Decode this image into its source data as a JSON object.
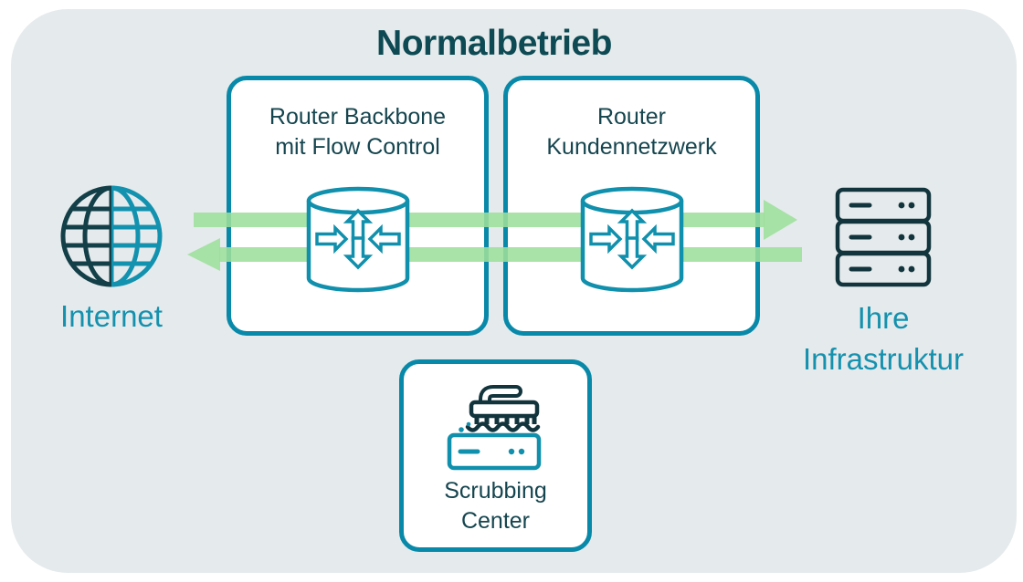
{
  "title": "Normalbetrieb",
  "colors": {
    "page-bg": "#ffffff",
    "panel-bg": "#e5eaec",
    "box-border": "#0889a9",
    "box-bg": "#ffffff",
    "dark-text": "#0d4a53",
    "label-text": "#15454f",
    "teal-text": "#1591ae",
    "icon-teal": "#1090ac",
    "icon-dark": "#12343c",
    "globe-dark": "#133f48",
    "globe-teal": "#1292af",
    "flow-green": "#9ddf9b"
  },
  "nodes": {
    "internet": {
      "label": "Internet",
      "icon": "globe-icon"
    },
    "router_backbone": {
      "line1": "Router Backbone",
      "line2": "mit Flow Control",
      "icon": "router-cylinder-icon"
    },
    "router_customer": {
      "line1": "Router",
      "line2": "Kundennetzwerk",
      "icon": "router-cylinder-icon"
    },
    "scrubbing_center": {
      "line1": "Scrubbing",
      "line2": "Center",
      "icon": "scrubbing-brush-icon"
    },
    "infrastructure": {
      "line1": "Ihre",
      "line2": "Infrastruktur",
      "icon": "server-stack-icon"
    }
  },
  "flows": [
    {
      "name": "internet-to-infrastructure",
      "direction": "right",
      "style": "green-band-arrow"
    },
    {
      "name": "infrastructure-to-internet",
      "direction": "left",
      "style": "green-band-arrow"
    }
  ]
}
